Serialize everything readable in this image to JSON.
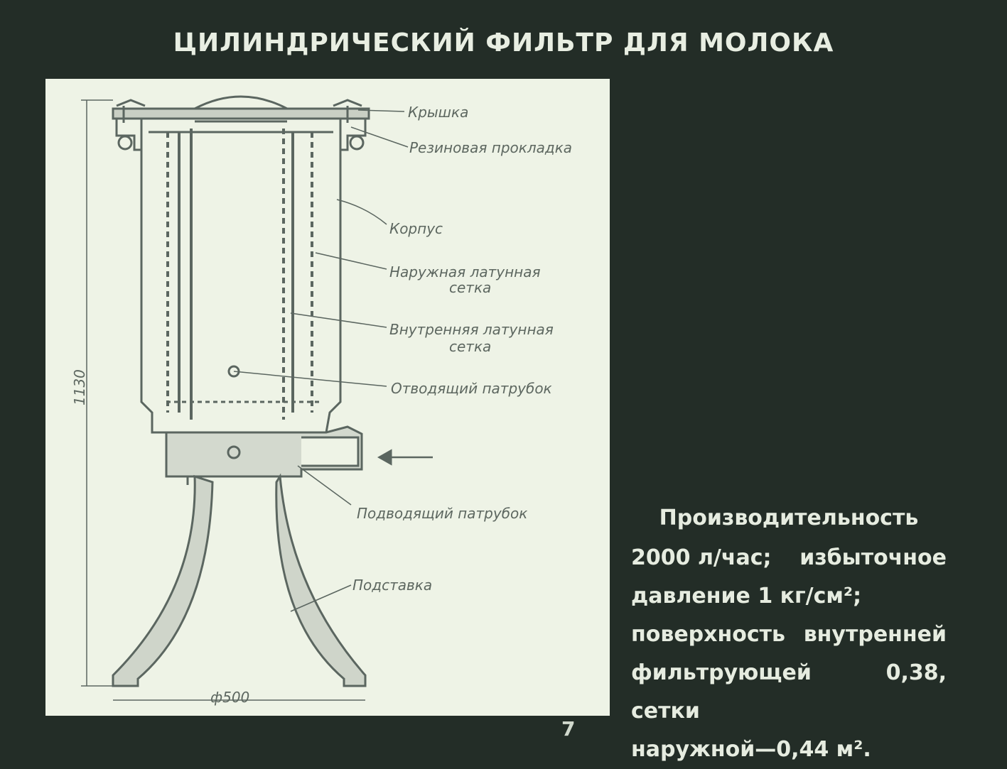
{
  "title": "ЦИЛИНДРИЧЕСКИЙ ФИЛЬТР ДЛЯ МОЛОКА",
  "labels": {
    "lid": "Крышка",
    "gasket": "Резиновая прокладка",
    "body": "Корпус",
    "outer_mesh_1": "Наружная латунная",
    "outer_mesh_2": "сетка",
    "inner_mesh_1": "Внутренняя латунная",
    "inner_mesh_2": "сетка",
    "outlet": "Отводящий патрубок",
    "inlet": "Подводящий патрубок",
    "stand": "Подставка"
  },
  "dimensions": {
    "height": "1130",
    "diameter": "ф500"
  },
  "specs": {
    "heading": "Производительность",
    "lines": [
      [
        "2000 л/час;",
        "избыточное"
      ],
      [
        "давление 1 кг/см²;",
        ""
      ],
      [
        "поверхность",
        "внутренней"
      ],
      [
        "фильтрующей сетки",
        "0,38,"
      ],
      [
        "наружной—0,44 м².",
        ""
      ]
    ]
  },
  "page_number": "7"
}
